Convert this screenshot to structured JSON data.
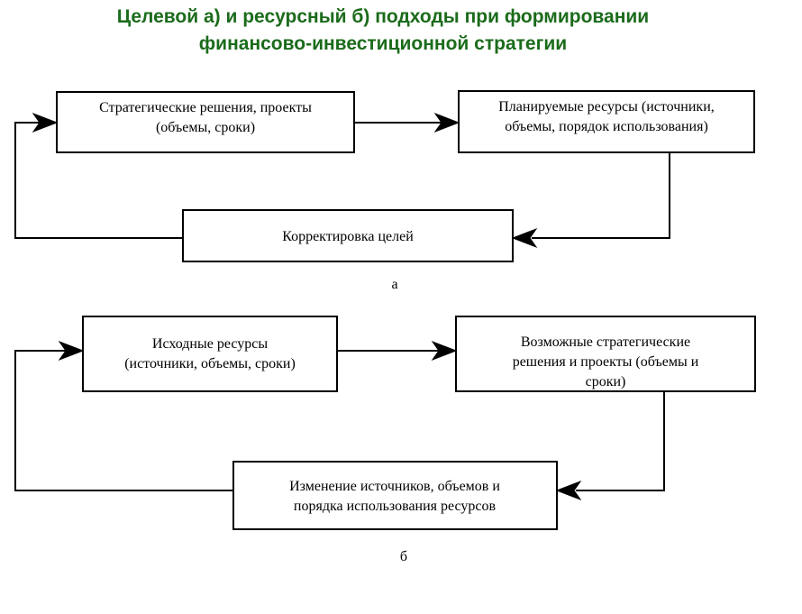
{
  "title": {
    "line1": "Целевой а) и ресурсный б) подходы при формировании",
    "line2": "финансово-инвестиционной стратегии"
  },
  "diagram_a": {
    "box1": {
      "line1": "Стратегические решения, проекты",
      "line2": "(объемы, сроки)"
    },
    "box2": {
      "line1": "Планируемые ресурсы (источники,",
      "line2": "объемы, порядок использования)"
    },
    "box3": {
      "line1": "Корректировка целей"
    },
    "caption": "а"
  },
  "diagram_b": {
    "box1": {
      "line1": "Исходные ресурсы",
      "line2": "(источники, объемы, сроки)"
    },
    "box2": {
      "line1": "Возможные стратегические",
      "line2": "решения и проекты (объемы и",
      "line3": "сроки)"
    },
    "box3": {
      "line1": "Изменение источников, объемов и",
      "line2": "порядка использования ресурсов"
    },
    "caption": "б"
  }
}
